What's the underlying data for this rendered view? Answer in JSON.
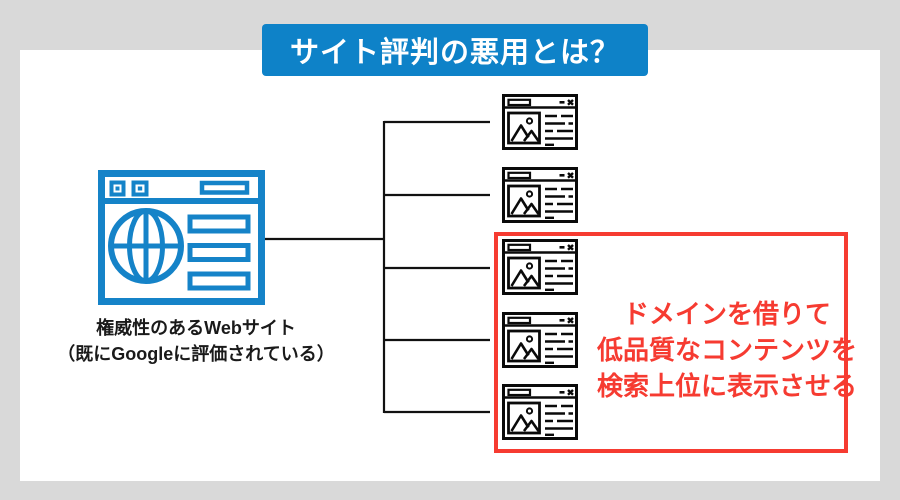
{
  "title": {
    "text": "サイト評判の悪用とは？"
  },
  "colors": {
    "bg_gray": "#d9d9d9",
    "card_white": "#ffffff",
    "banner_blue": "#0e82c8",
    "icon_blue": "#1583c8",
    "alert_red": "#f63b31",
    "line_black": "#111111",
    "label_black": "#1a1a1a"
  },
  "source_site": {
    "icon": "browser-window-globe-icon",
    "label_line1": "権威性のあるWebサイト",
    "label_line2": "（既にGoogleに評価されている）"
  },
  "borrowed_pages": {
    "icon": "webpage-article-icon",
    "count": 5,
    "highlighted_count": 3
  },
  "annotation": {
    "line1": "ドメインを借りて",
    "line2": "低品質なコンテンツを",
    "line3": "検索上位に表示させる"
  }
}
